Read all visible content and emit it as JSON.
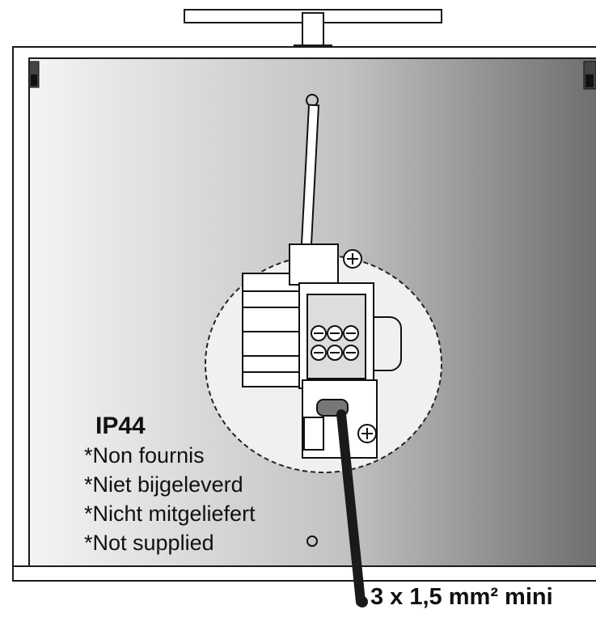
{
  "rating": "IP44",
  "notes": [
    "*Non fournis",
    "*Niet bijgeleverd",
    "*Nicht mitgeliefert",
    "*Not supplied"
  ],
  "cable_spec": "3 x 1,5 mm² mini",
  "colors": {
    "panel_light": "#f2f2f2",
    "panel_dark": "#6f6f70",
    "line": "#1a1a1a"
  }
}
